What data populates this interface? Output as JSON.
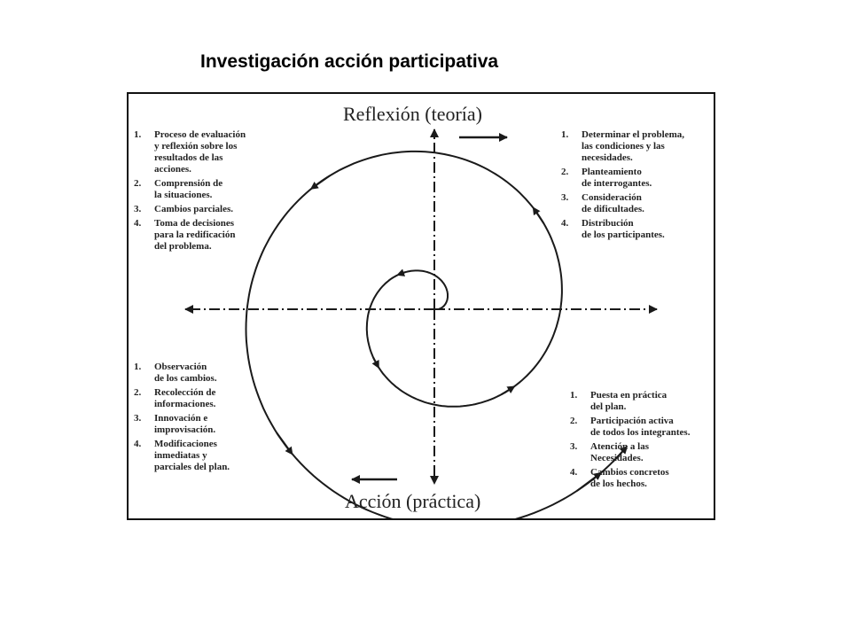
{
  "title": "Investigación acción participativa",
  "diagram": {
    "top_label": "Reflexión (teoría)",
    "bottom_label": "Acción (práctica)",
    "top_left": [
      {
        "num": "1.",
        "text": "Proceso de evaluación\ny reflexión sobre los\nresultados de las\nacciones."
      },
      {
        "num": "2.",
        "text": "Comprensión de\nla situaciones."
      },
      {
        "num": "3.",
        "text": "Cambios parciales."
      },
      {
        "num": "4.",
        "text": "Toma de decisiones\npara la redificación\ndel problema."
      }
    ],
    "top_right": [
      {
        "num": "1.",
        "text": "Determinar el problema,\nlas condiciones y las\nnecesidades."
      },
      {
        "num": "2.",
        "text": "Planteamiento\nde interrogantes."
      },
      {
        "num": "3.",
        "text": "Consideración\nde dificultades."
      },
      {
        "num": "4.",
        "text": "Distribución\nde los participantes."
      }
    ],
    "bottom_left": [
      {
        "num": "1.",
        "text": "Observación\nde los cambios."
      },
      {
        "num": "2.",
        "text": "Recolección de\ninformaciones."
      },
      {
        "num": "3.",
        "text": "Innovación e\nimprovisación."
      },
      {
        "num": "4.",
        "text": "Modificaciones\ninmediatas y\nparciales del plan."
      }
    ],
    "bottom_right": [
      {
        "num": "1.",
        "text": "Puesta en práctica\ndel plan."
      },
      {
        "num": "2.",
        "text": "Participación activa\nde todos los integrantes."
      },
      {
        "num": "3.",
        "text": "Atención a las\nNecesidades."
      },
      {
        "num": "4.",
        "text": "Cambios concretos\nde los hechos."
      }
    ],
    "stroke_color": "#1a1a1a"
  }
}
